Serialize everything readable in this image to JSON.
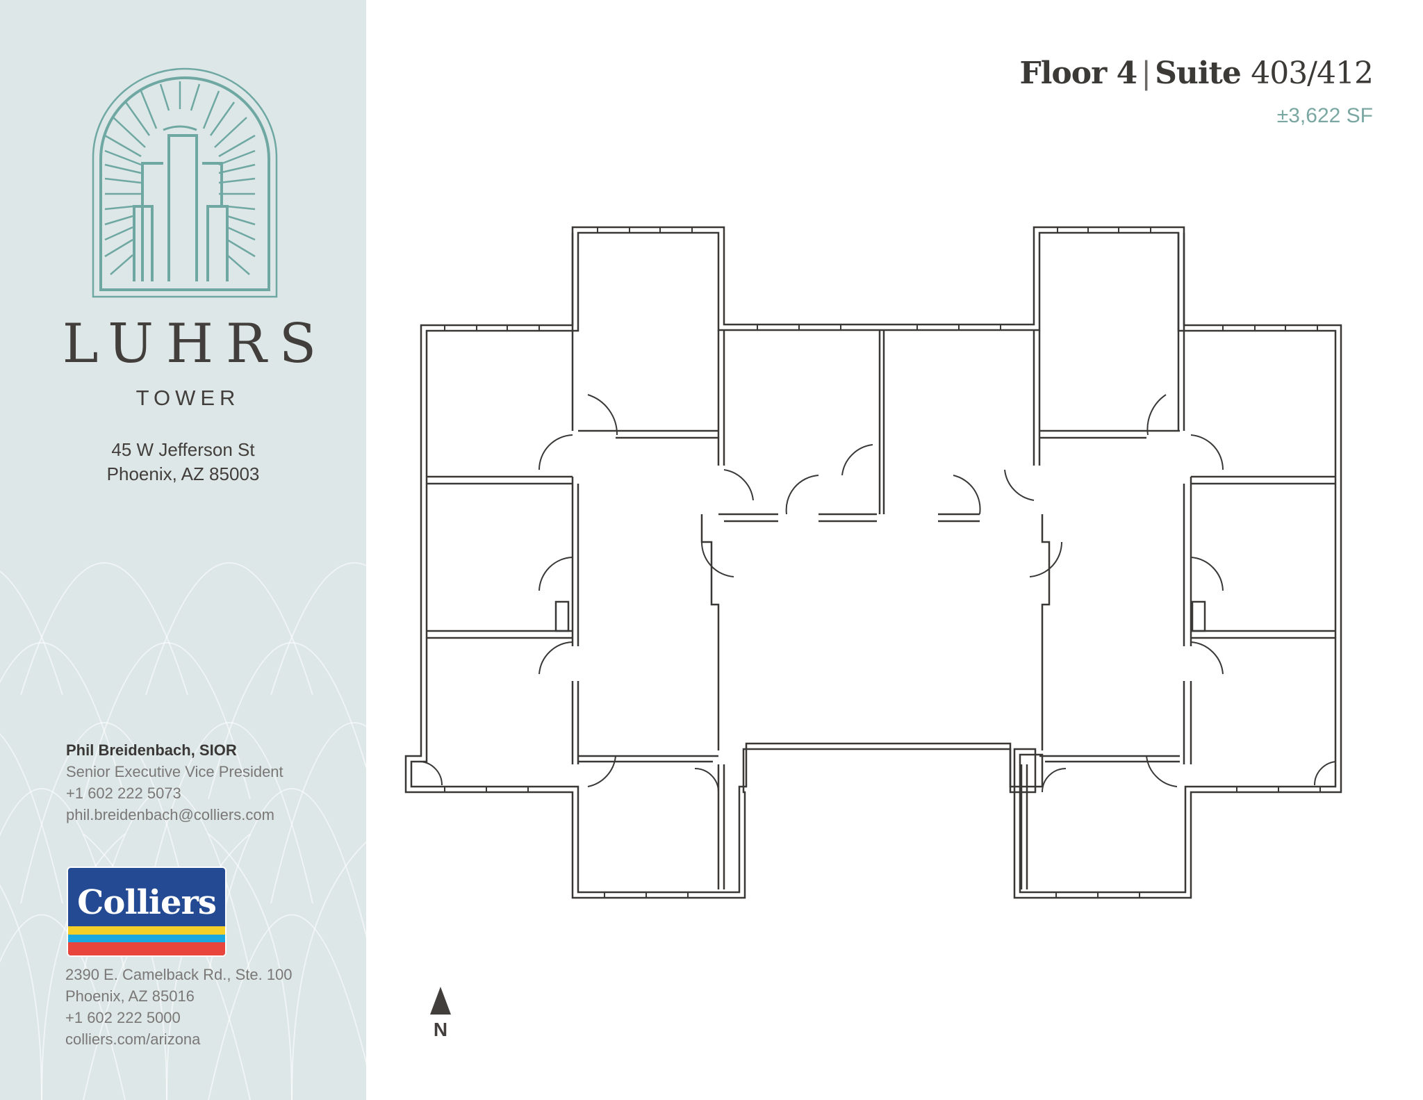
{
  "sidebar": {
    "brand_name": "LUHRS",
    "brand_sub": "TOWER",
    "property_address": [
      "45 W Jefferson St",
      "Phoenix, AZ 85003"
    ],
    "contact": {
      "name": "Phil Breidenbach, SIOR",
      "title": "Senior Executive Vice President",
      "phone": "+1 602 222 5073",
      "email": "phil.breidenbach@colliers.com"
    },
    "company_logo_text": "Colliers",
    "office": {
      "street": "2390 E. Camelback Rd., Ste. 100",
      "city": "Phoenix, AZ 85016",
      "phone": "+1 602 222 5000",
      "website": "colliers.com/arizona"
    }
  },
  "header": {
    "floor": "Floor 4",
    "separator": "|",
    "suite_label": "Suite",
    "suite_number": "403/412",
    "area": "±3,622 SF"
  },
  "north_arrow": {
    "label": "N"
  },
  "colors": {
    "sidebar_bg": "#dde7e7",
    "logo_teal": "#6fa8a2",
    "text_dark": "#413e3b",
    "area_accent": "#7aa7a2",
    "colliers_blue": "#234a93",
    "colliers_yellow": "#f4cf27",
    "colliers_cyan": "#1aa8de",
    "colliers_red": "#e8453c"
  }
}
